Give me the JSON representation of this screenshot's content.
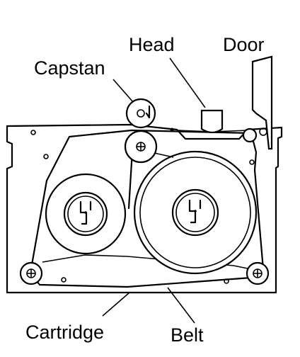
{
  "labels": {
    "head": "Head",
    "door": "Door",
    "capstan": "Capstan",
    "cartridge": "Cartridge",
    "belt": "Belt"
  }
}
